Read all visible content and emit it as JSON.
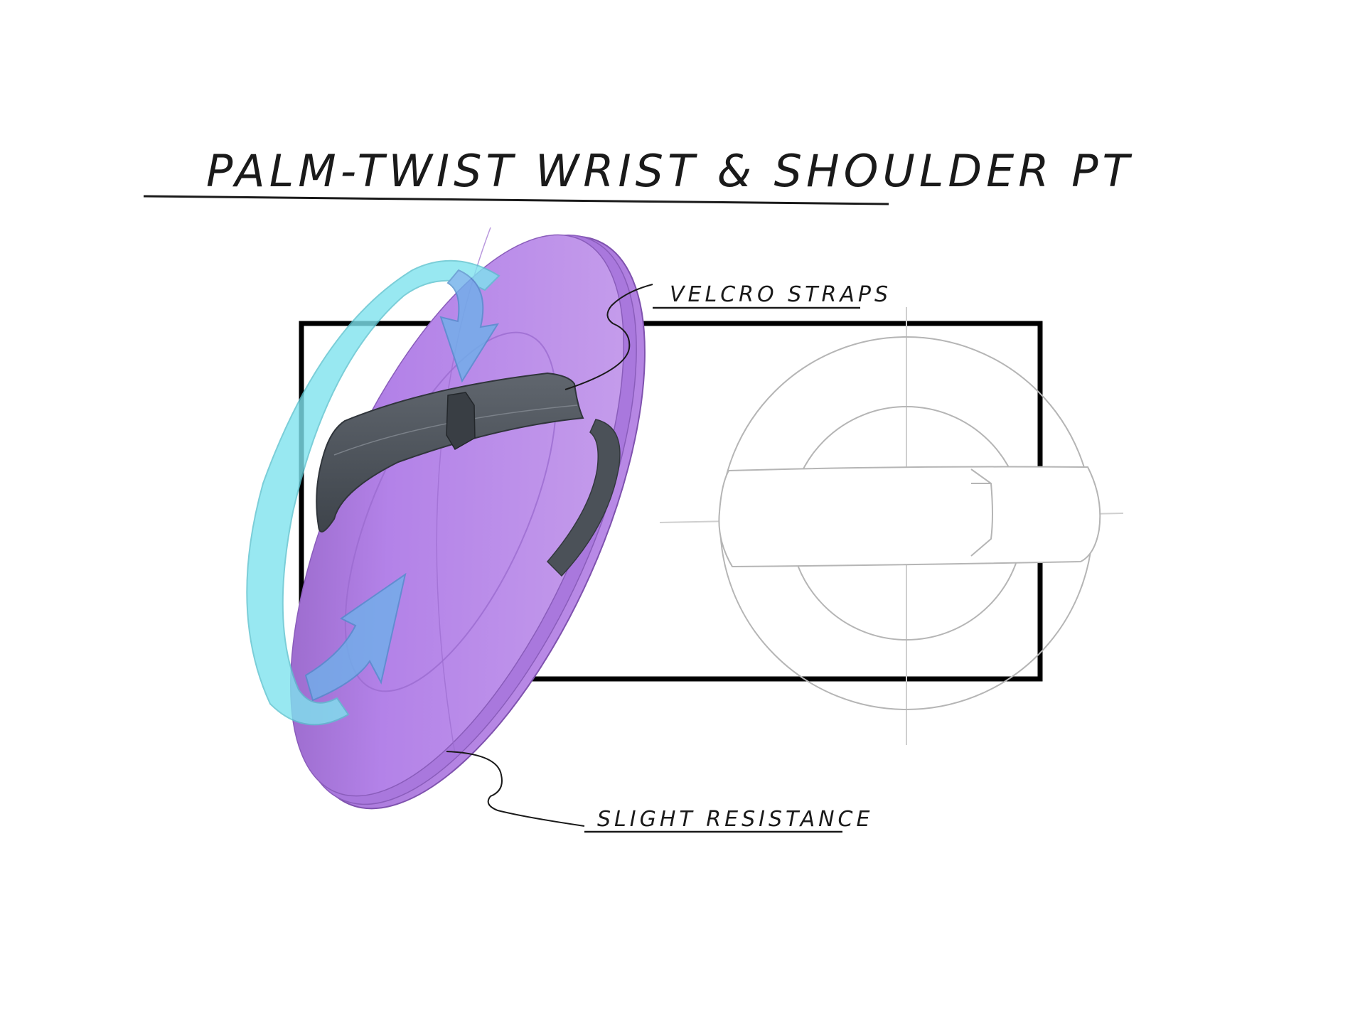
{
  "title": "PALM-TWIST WRIST & SHOULDER PT",
  "callouts": {
    "velcro": "VELCRO STRAPS",
    "resistance": "SLIGHT RESISTANCE"
  },
  "colors": {
    "disc": "#b98ae6",
    "disc_dark": "#8f5fc2",
    "strap": "#50565e",
    "arrow": "#7fe3ee",
    "frame": "#000000",
    "linework": "#b5b5b5"
  },
  "icons": [
    "rotation-arrow-icon"
  ]
}
